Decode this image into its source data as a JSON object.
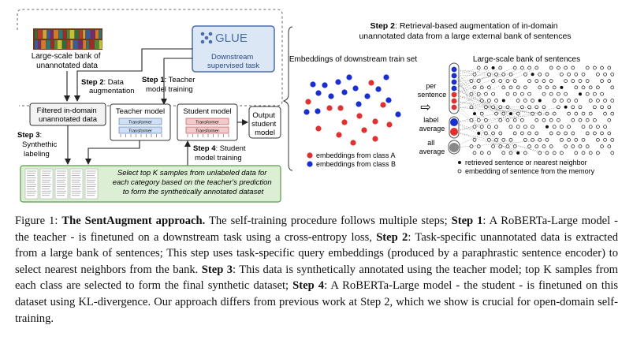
{
  "left_panel": {
    "large_bank_label": [
      "Large-scale bank of",
      "unannotated data"
    ],
    "glue_title": "GLUE",
    "downstream_task_label": [
      "Downstream",
      "supervised task"
    ],
    "step2_label": [
      "Step 2",
      ": Data",
      "augmentation"
    ],
    "step1_label": [
      "Step 1",
      ": Teacher",
      "model training"
    ],
    "filtered_label": [
      "Filtered in-domain",
      "unannotated data"
    ],
    "teacher_model_label": "Teacher model",
    "student_model_label": "Student model",
    "transformer_label": "Transformer",
    "output_label": [
      "Output",
      "student",
      "model"
    ],
    "step3_label": [
      "Step 3",
      ":",
      "Synthethic",
      "labeling"
    ],
    "step4_label": [
      "Step 4",
      ": Student",
      "model training"
    ],
    "select_text": [
      "Select top K samples from unlabeled data for",
      "each category based on the teacher's prediction",
      "to form the synthetically annotated dataset"
    ]
  },
  "right_panel": {
    "step2_title": [
      "Step 2",
      ": Retrieval-based augmentation of in-domain",
      "unannotated data from a large external bank of sentences"
    ],
    "embeddings_title": "Embeddings of downstream train set",
    "bank_title": "Large-scale bank of sentences",
    "per_sentence_label": [
      "per",
      "sentence"
    ],
    "label_average_label": [
      "label",
      "average"
    ],
    "all_average_label": [
      "all",
      "average"
    ],
    "arrow_symbol": "⇨",
    "legend_class_a": "embeddings from class A",
    "legend_class_b": "embeddings from class B",
    "legend_retrieved": "retrieved sentence or nearest neighbor",
    "legend_memory": "embedding of sentence from the memory"
  },
  "colors": {
    "class_a": "#e03030",
    "class_b": "#1a2fd0",
    "glue_border": "#4a6fa8",
    "glue_fill": "#dbe7f5",
    "select_fill": "#dcefd4",
    "select_border": "#5a9a48",
    "transformer_blue": "#cfe0f5",
    "transformer_red": "#f3c9c9"
  },
  "caption": {
    "figure_label": "Figure 1: ",
    "title": "The SentAugment approach.",
    "p1": " The self-training procedure follows multiple steps; ",
    "step1": "Step 1",
    "p2": ": A RoBERTa-Large model - the teacher - is finetuned on a downstream task using a cross-entropy loss, ",
    "step2": "Step 2",
    "p3": ": Task-specific unannotated data is extracted from a large bank of sentences; This step uses task-specific query embeddings (produced by a paraphrastic sentence encoder) to select nearest neighbors from the bank. ",
    "step3": "Step 3",
    "p4": ": This data is synthetically annotated using the teacher model; top K samples from each class are selected to form the final synthetic dataset; ",
    "step4": "Step 4",
    "p5": ": A RoBERTa-Large model - the student - is finetuned on this dataset using KL-divergence. Our approach differs from previous work at Step 2, which we show is crucial for open-domain self-training."
  }
}
